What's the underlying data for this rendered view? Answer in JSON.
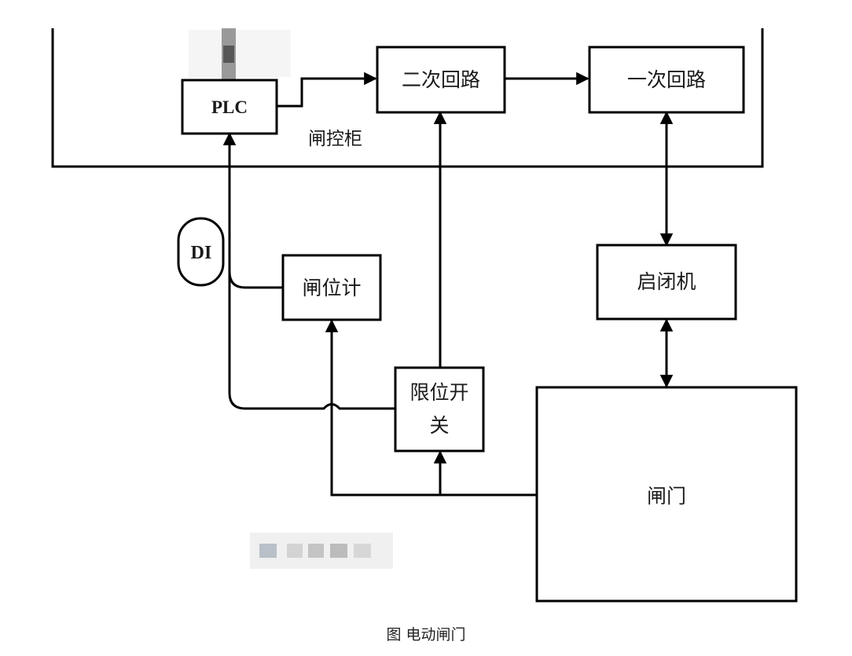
{
  "cabinet": {
    "label": "闸控柜"
  },
  "nodes": {
    "plc": "PLC",
    "secondary_circuit": "二次回路",
    "primary_circuit": "一次回路",
    "di": "DI",
    "gate_position_meter": "闸位计",
    "hoist": "启闭机",
    "limit_switch_line1": "限位开",
    "limit_switch_line2": "关",
    "gate": "闸门"
  },
  "caption": "图 电动闸门",
  "colors": {
    "line": "#000000",
    "fill": "#ffffff",
    "text": "#1a1a1a"
  }
}
